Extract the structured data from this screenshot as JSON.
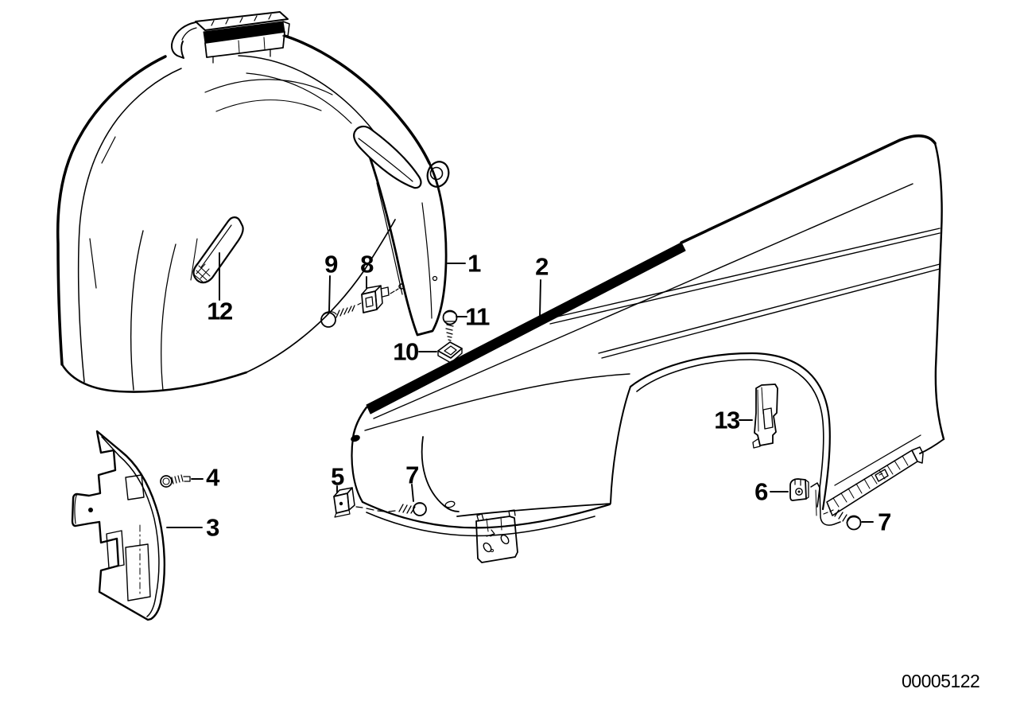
{
  "diagram": {
    "background_color": "#ffffff",
    "line_color": "#000000",
    "drawing_number": "00005122",
    "callouts": [
      {
        "label": "1"
      },
      {
        "label": "2"
      },
      {
        "label": "3"
      },
      {
        "label": "4"
      },
      {
        "label": "5"
      },
      {
        "label": "6"
      },
      {
        "label": "7"
      },
      {
        "label": "8"
      },
      {
        "label": "9"
      },
      {
        "label": "10"
      },
      {
        "label": "11"
      },
      {
        "label": "12"
      },
      {
        "label": "13"
      },
      {
        "label": "7"
      }
    ]
  }
}
